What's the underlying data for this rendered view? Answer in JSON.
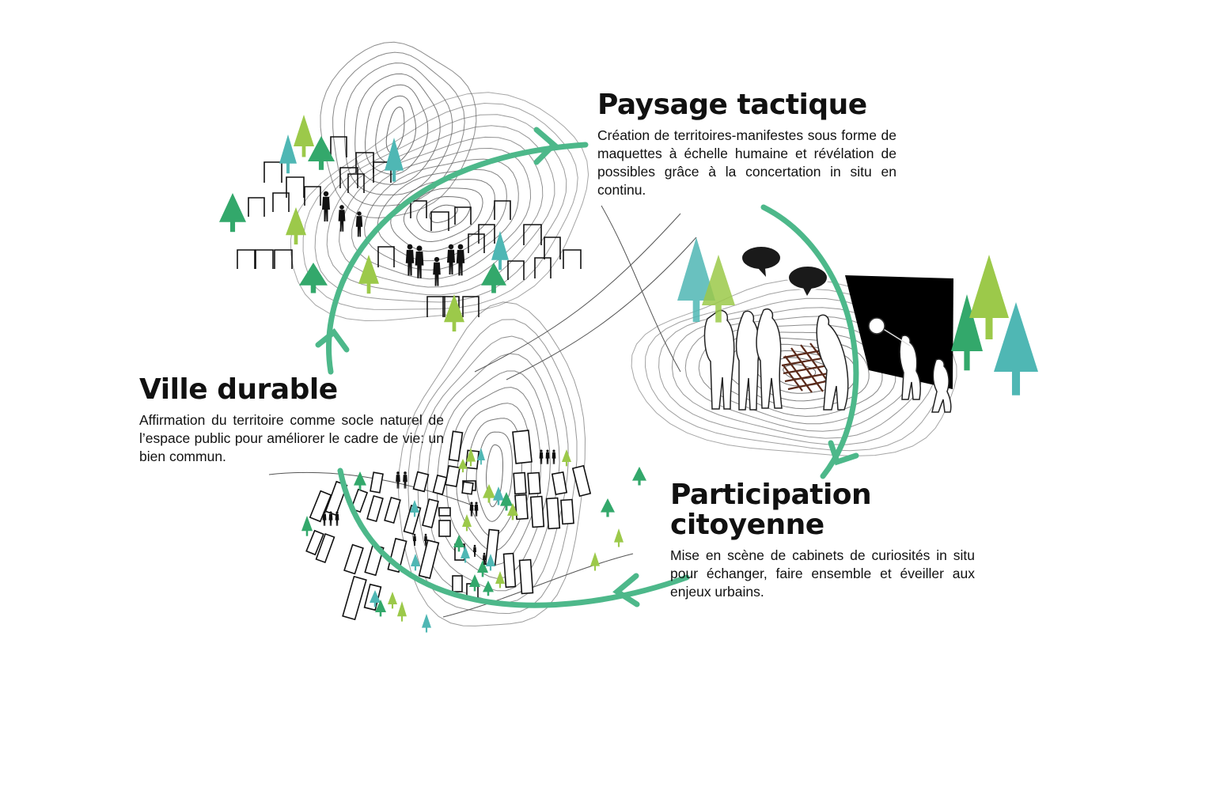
{
  "colors": {
    "cycle_arrow": "#4db88a",
    "tree_dark_green": "#33a86b",
    "tree_light_green": "#9cc94a",
    "tree_teal": "#4fb7b4",
    "contour_line": "#555555",
    "silhouette_black": "#111111",
    "panel_black": "#000000",
    "grid_brown": "#5a2a1a"
  },
  "icons": [
    "tree-icon",
    "building-icon",
    "person-silhouette-icon",
    "speech-bubble-icon",
    "arrow-head-icon"
  ],
  "blocks": {
    "paysage": {
      "title": "Paysage tactique",
      "text": "Création de territoires-manifestes sous forme de maquettes à échelle humaine et révélation de possibles grâce à la concertation in situ en continu."
    },
    "ville": {
      "title": "Ville durable",
      "text": "Affirmation du territoire comme socle naturel de l’espace public pour améliorer le cadre de vie: un bien commun."
    },
    "participation": {
      "title": "Participation citoyenne",
      "text": "Mise en scène de cabinets de curiosités in situ pour échanger, faire ensemble et éveiller aux enjeux urbains."
    }
  }
}
